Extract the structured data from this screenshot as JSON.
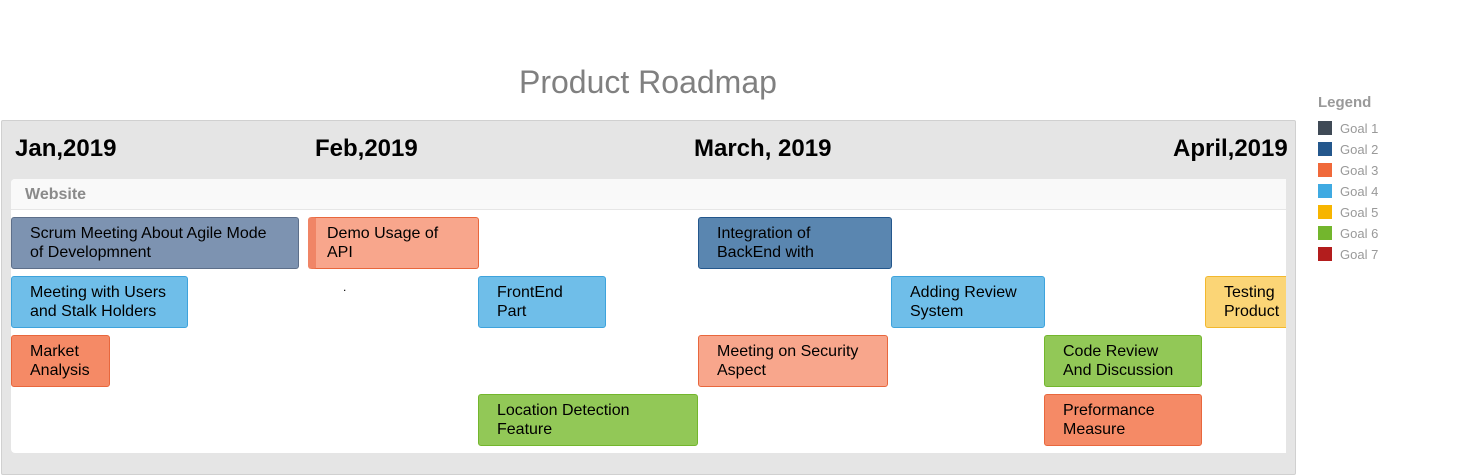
{
  "title": "Product Roadmap",
  "months": [
    "Jan,2019",
    "Feb,2019",
    "March, 2019",
    "April,2019"
  ],
  "swimlane": {
    "label": "Website"
  },
  "tasks": [
    {
      "text": "Scrum Meeting About Agile Mode of Developmnent",
      "goal": "Goal 2"
    },
    {
      "text": "Demo Usage of API",
      "goal": "Goal 3"
    },
    {
      "text": "Integration of BackEnd with",
      "goal": "Goal 2"
    },
    {
      "text": "Meeting with Users and Stalk Holders",
      "goal": "Goal 4"
    },
    {
      "text": "FrontEnd Part",
      "goal": "Goal 4"
    },
    {
      "text": "Adding Review System",
      "goal": "Goal 4"
    },
    {
      "text": "Testing Product",
      "goal": "Goal 5"
    },
    {
      "text": "Market Analysis",
      "goal": "Goal 3"
    },
    {
      "text": "Meeting on Security Aspect",
      "goal": "Goal 3"
    },
    {
      "text": "Code Review And Discussion",
      "goal": "Goal 6"
    },
    {
      "text": "Location Detection Feature",
      "goal": "Goal 6"
    },
    {
      "text": "Preformance Measure",
      "goal": "Goal 3"
    }
  ],
  "stray_mark": ".",
  "legend": {
    "title": "Legend",
    "items": [
      {
        "label": "Goal 1",
        "color": "#3f4a56"
      },
      {
        "label": "Goal 2",
        "color": "#24578c"
      },
      {
        "label": "Goal 3",
        "color": "#f0693a"
      },
      {
        "label": "Goal 4",
        "color": "#3faae2"
      },
      {
        "label": "Goal 5",
        "color": "#f7b500"
      },
      {
        "label": "Goal 6",
        "color": "#73b62d"
      },
      {
        "label": "Goal 7",
        "color": "#b31d1d"
      }
    ]
  }
}
